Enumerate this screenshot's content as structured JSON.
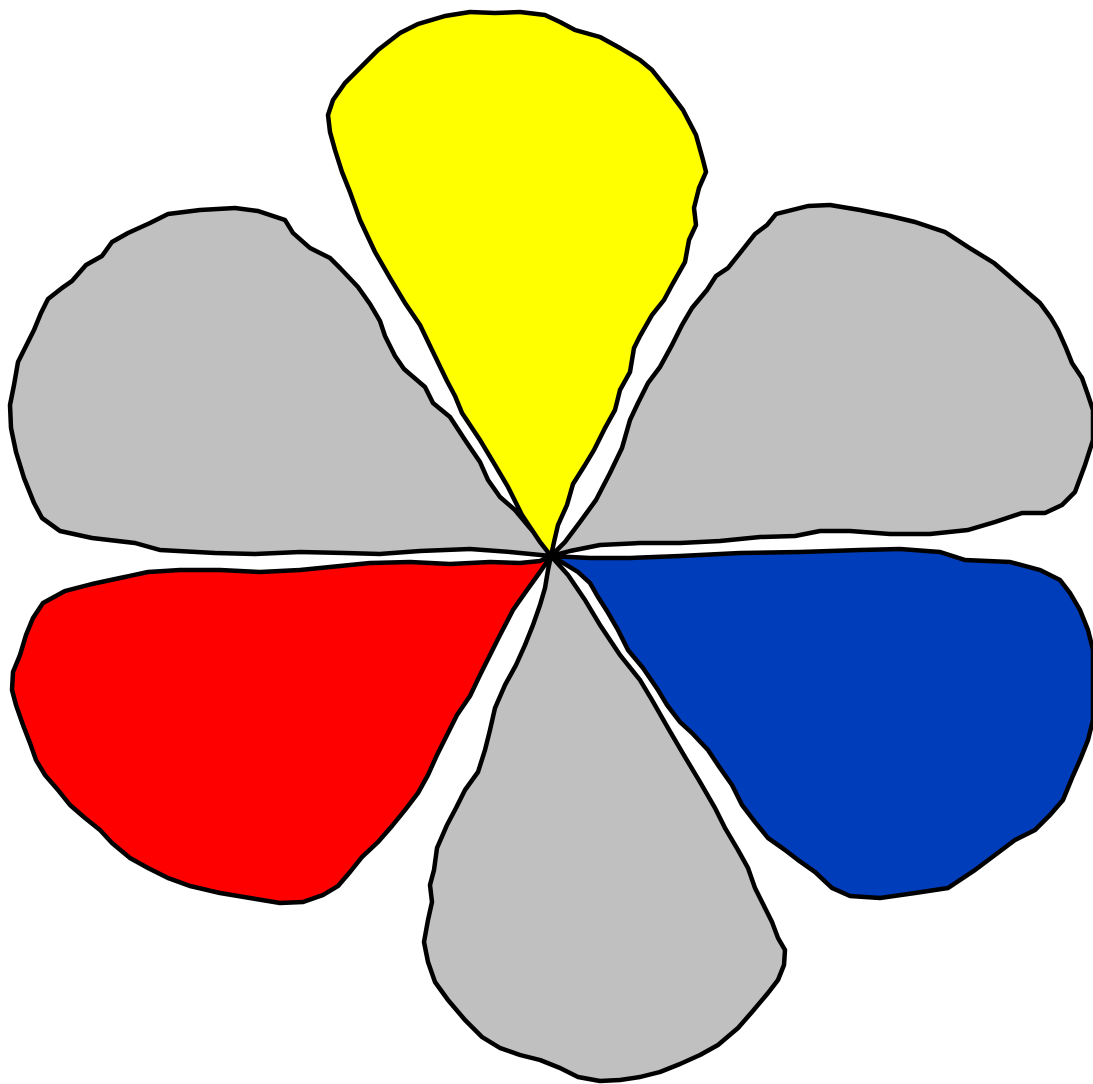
{
  "flower": {
    "outline_color": "#000000",
    "background_color": "#ffffff",
    "petals": [
      {
        "id": "top",
        "name": "petal-top",
        "color": "#ffff00"
      },
      {
        "id": "upper-right",
        "name": "petal-upper-right",
        "color": "#c0c0c0"
      },
      {
        "id": "lower-right",
        "name": "petal-lower-right",
        "color": "#003dba"
      },
      {
        "id": "bottom",
        "name": "petal-bottom",
        "color": "#c0c0c0"
      },
      {
        "id": "lower-left",
        "name": "petal-lower-left",
        "color": "#ff0000"
      },
      {
        "id": "upper-left",
        "name": "petal-upper-left",
        "color": "#c0c0c0"
      }
    ]
  }
}
